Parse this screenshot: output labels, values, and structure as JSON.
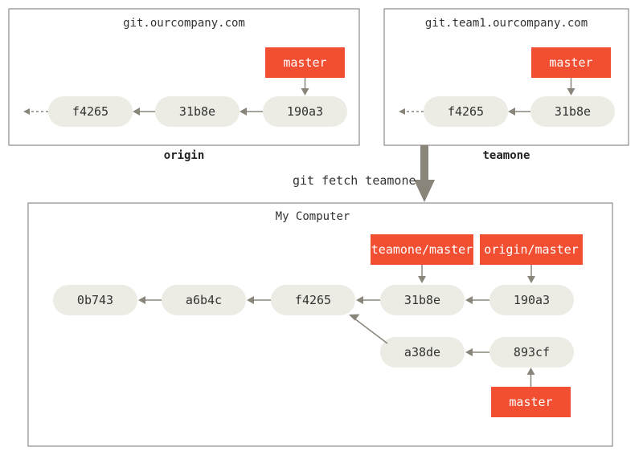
{
  "boxes": {
    "origin_server": {
      "title": "git.ourcompany.com",
      "label": "origin"
    },
    "team_server": {
      "title": "git.team1.ourcompany.com",
      "label": "teamone"
    },
    "local": {
      "title": "My Computer"
    }
  },
  "command": "git fetch teamone",
  "commits": {
    "origin_f4265": "f4265",
    "origin_31b8e": "31b8e",
    "origin_190a3": "190a3",
    "team_f4265": "f4265",
    "team_31b8e": "31b8e",
    "local_0b743": "0b743",
    "local_a6b4c": "a6b4c",
    "local_f4265": "f4265",
    "local_31b8e": "31b8e",
    "local_190a3": "190a3",
    "local_a38de": "a38de",
    "local_893cf": "893cf"
  },
  "refs": {
    "origin_master": "master",
    "team_master": "master",
    "local_teamone_master": "teamone/master",
    "local_origin_master": "origin/master",
    "local_master": "master"
  },
  "colors": {
    "ref": "#f14e32",
    "commit": "#ecebe4",
    "arrow": "#8a857a",
    "border": "#8c8c8c"
  }
}
